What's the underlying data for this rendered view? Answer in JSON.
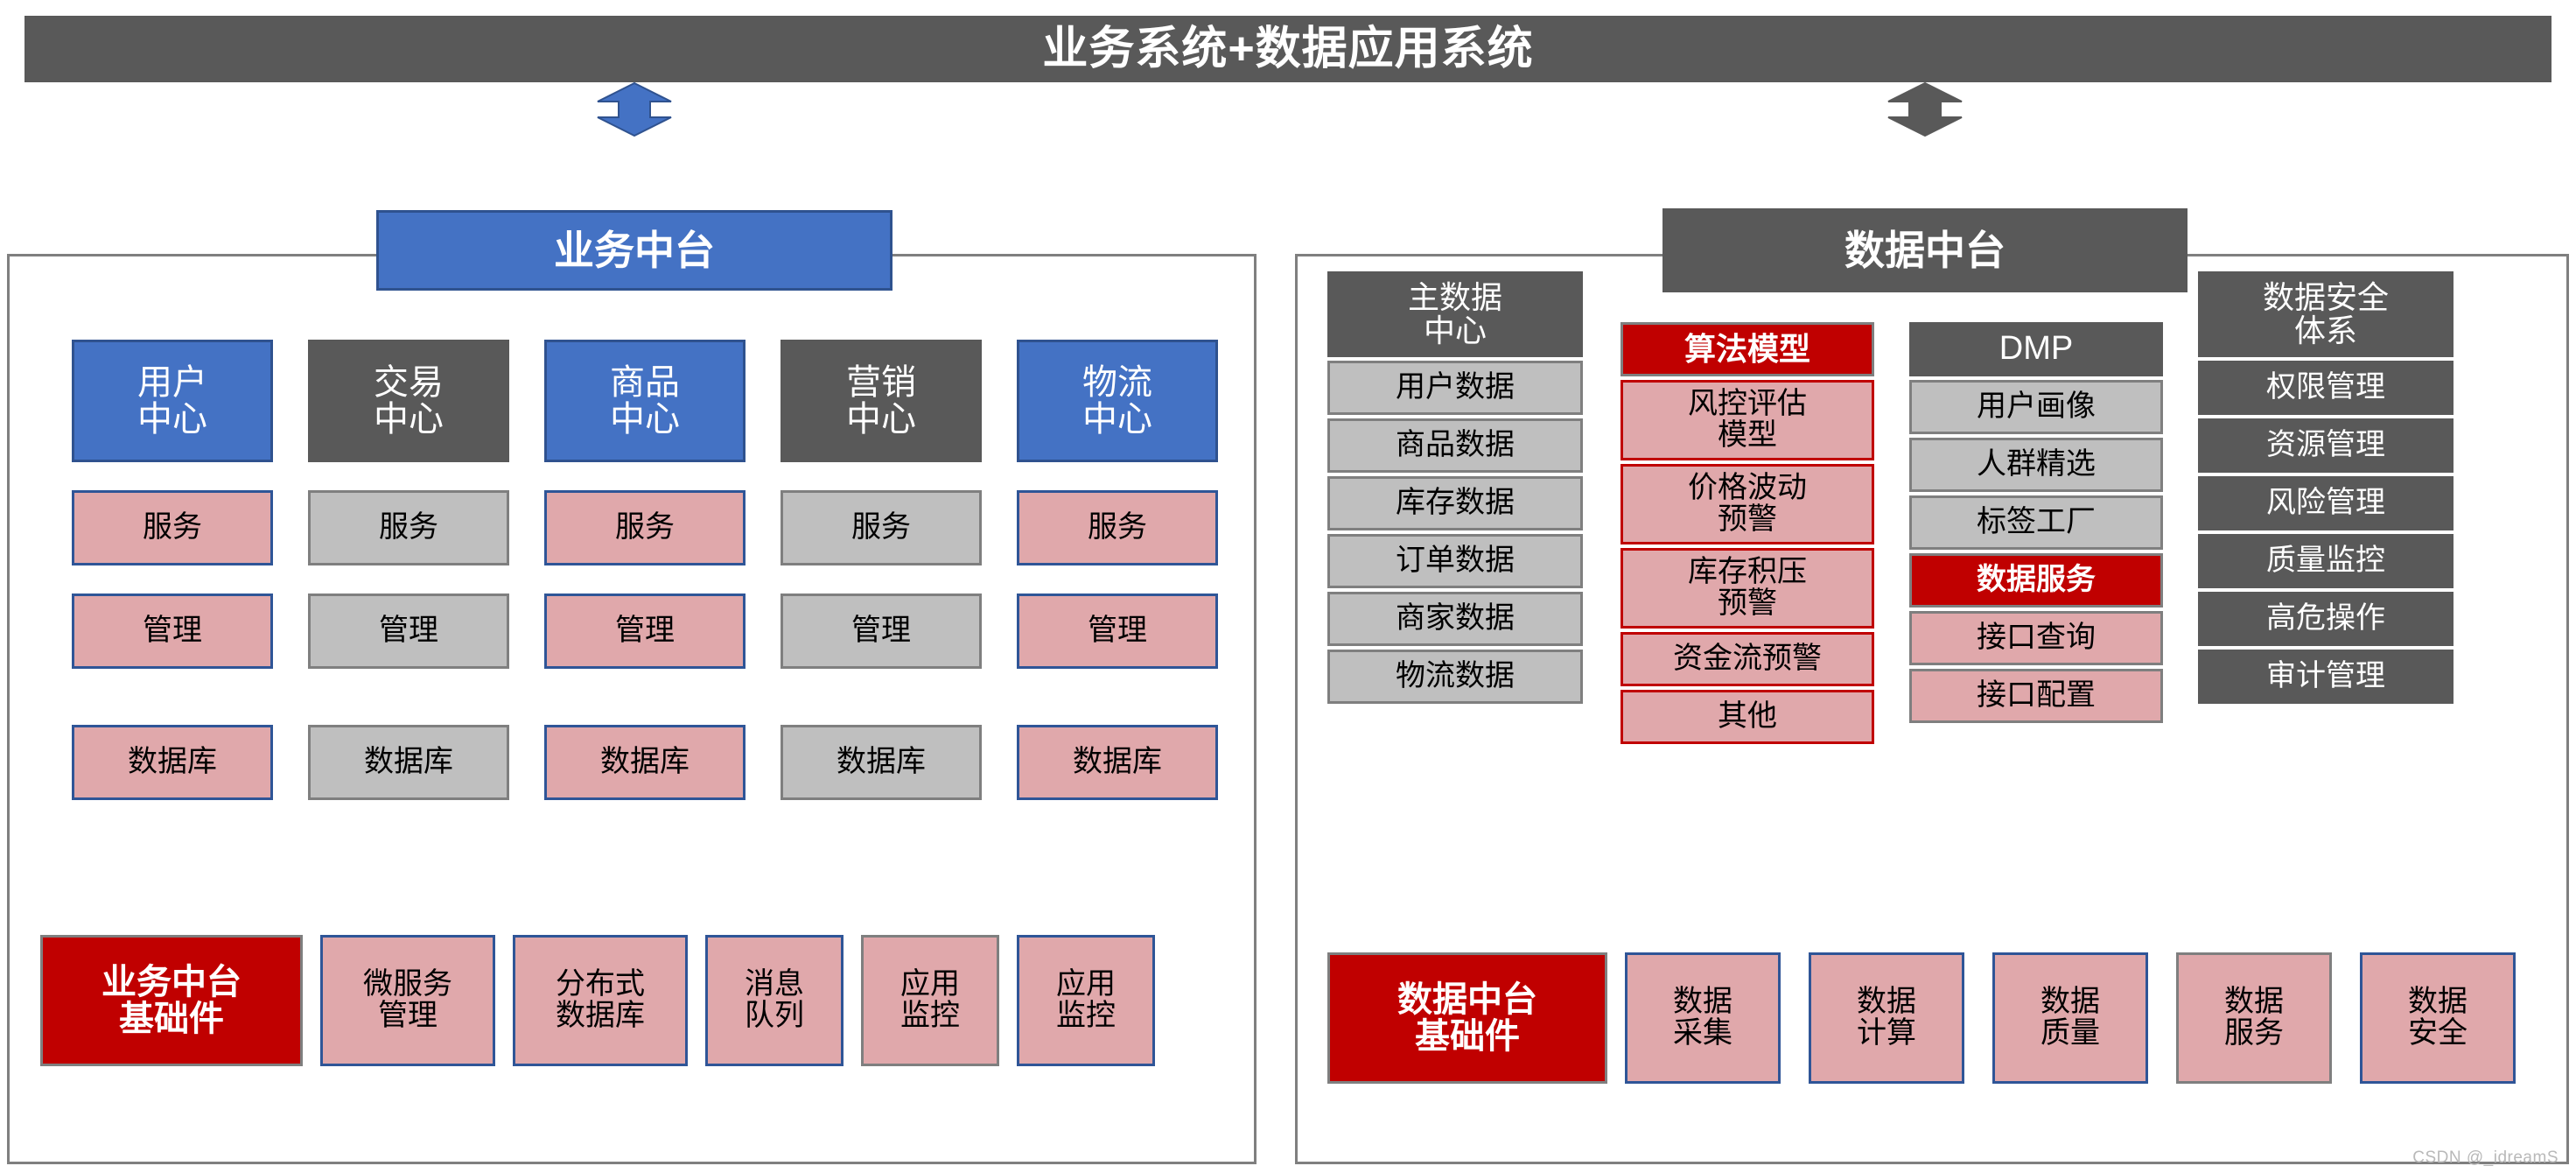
{
  "banner": {
    "title": "业务系统+数据应用系统"
  },
  "arrows": {
    "business_arrow": "double-headed-arrow-blue",
    "data_arrow": "double-headed-arrow-gray"
  },
  "colors": {
    "banner_bg": "#595959",
    "blue": "#4472c4",
    "blue_border": "#2f528f",
    "dark_gray": "#595959",
    "gray": "#bfbfbf",
    "gray_border": "#7f7f7f",
    "pink": "#e0a8ab",
    "red": "#c00000",
    "white": "#ffffff"
  },
  "left_panel": {
    "header": "业务中台",
    "columns": [
      {
        "title": "用户\n中心",
        "title_theme": "blue",
        "rows": [
          "服务",
          "管理",
          "数据库"
        ],
        "row_theme": "pink-blue"
      },
      {
        "title": "交易\n中心",
        "title_theme": "dark-gray",
        "rows": [
          "服务",
          "管理",
          "数据库"
        ],
        "row_theme": "gray"
      },
      {
        "title": "商品\n中心",
        "title_theme": "blue",
        "rows": [
          "服务",
          "管理",
          "数据库"
        ],
        "row_theme": "pink-blue"
      },
      {
        "title": "营销\n中心",
        "title_theme": "dark-gray",
        "rows": [
          "服务",
          "管理",
          "数据库"
        ],
        "row_theme": "gray"
      },
      {
        "title": "物流\n中心",
        "title_theme": "blue",
        "rows": [
          "服务",
          "管理",
          "数据库"
        ],
        "row_theme": "pink-blue"
      }
    ],
    "foundation": {
      "label": "业务中台\n基础件",
      "items": [
        {
          "label": "微服务\n管理",
          "theme": "pink-blue"
        },
        {
          "label": "分布式\n数据库",
          "theme": "pink-blue"
        },
        {
          "label": "消息\n队列",
          "theme": "pink-blue"
        },
        {
          "label": "应用\n监控",
          "theme": "pink-gray"
        },
        {
          "label": "应用\n监控",
          "theme": "pink-blue"
        }
      ]
    }
  },
  "right_panel": {
    "header": "数据中台",
    "columns": [
      {
        "title": "主数据\n中心",
        "title_theme": "dark-gray",
        "rows": [
          "用户数据",
          "商品数据",
          "库存数据",
          "订单数据",
          "商家数据",
          "物流数据"
        ],
        "row_theme": "gray"
      },
      {
        "title": "算法模型",
        "title_theme": "red",
        "rows": [
          "风控评估\n模型",
          "价格波动\n预警",
          "库存积压\n预警",
          "资金流预警",
          "其他"
        ],
        "row_theme": "pink-red"
      },
      {
        "title": "DMP",
        "title_theme": "dark-gray",
        "rows": [
          "用户画像",
          "人群精选",
          "标签工厂",
          "数据服务",
          "接口查询",
          "接口配置"
        ],
        "row_theme": "mixed"
      },
      {
        "title": "数据安全\n体系",
        "title_theme": "dark-gray",
        "rows": [
          "权限管理",
          "资源管理",
          "风险管理",
          "质量监控",
          "高危操作",
          "审计管理"
        ],
        "row_theme": "dark-gray"
      }
    ],
    "dmp_special": {
      "data_service_label": "数据服务",
      "data_service_theme": "red"
    },
    "foundation": {
      "label": "数据中台\n基础件",
      "items": [
        {
          "label": "数据\n采集",
          "theme": "pink-blue"
        },
        {
          "label": "数据\n计算",
          "theme": "pink-blue"
        },
        {
          "label": "数据\n质量",
          "theme": "pink-blue"
        },
        {
          "label": "数据\n服务",
          "theme": "pink-gray"
        },
        {
          "label": "数据\n安全",
          "theme": "pink-blue"
        }
      ]
    }
  },
  "watermark": "CSDN @_idreamS"
}
